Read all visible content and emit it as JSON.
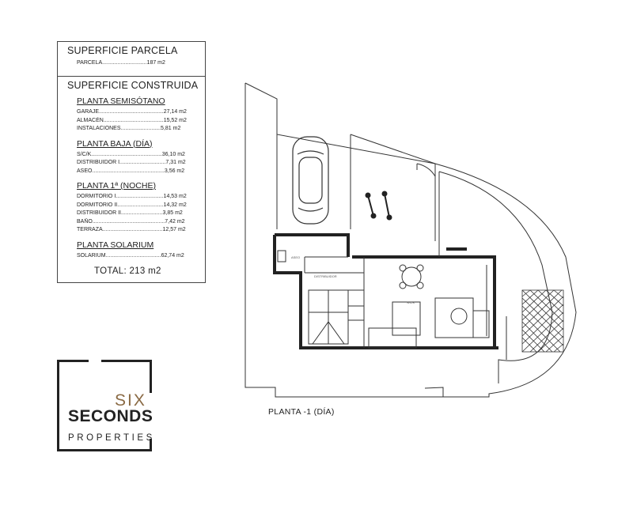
{
  "areas": {
    "parcela": {
      "title": "SUPERFICIE PARCELA",
      "row": "PARCELA.............................187 m2"
    },
    "construida": {
      "title": "SUPERFICIE CONSTRUIDA",
      "groups": [
        {
          "title": "PLANTA SEMISÓTANO",
          "rows": [
            "GARAJE..........................................27,14 m2",
            "ALMACÉN.......................................15,52 m2",
            "INSTALACIONES..........................5,81 m2"
          ]
        },
        {
          "title": "PLANTA BAJA (DÍA)",
          "rows": [
            "S/C/K..............................................36,10 m2",
            "DISTRIBUIDOR I..............................7,31 m2",
            "ASEO...............................................3,56 m2"
          ]
        },
        {
          "title": "PLANTA 1ª (NOCHE)",
          "rows": [
            "DORMITORIO I...............................14,53 m2",
            "DORMITORIO II..............................14,32 m2",
            "DISTRIBUIDOR II...........................3,85 m2",
            "BAÑO...............................................7,42 m2",
            "TERRAZA.......................................12,57 m2"
          ]
        },
        {
          "title": "PLANTA SOLARIUM",
          "rows": [
            "SOLARIUM....................................62,74 m2"
          ]
        }
      ]
    },
    "total": "TOTAL: 213 m2"
  },
  "logo": {
    "six": "SIX",
    "seconds": "SECONDS",
    "properties": "PROPERTIES",
    "accent_color": "#8a6a44"
  },
  "plan": {
    "caption": "PLANTA -1 (DÍA)",
    "room_labels": {
      "aseo": "ASEO",
      "distribuidor": "DISTRIBUIDOR",
      "sck": "S/C/K"
    }
  }
}
